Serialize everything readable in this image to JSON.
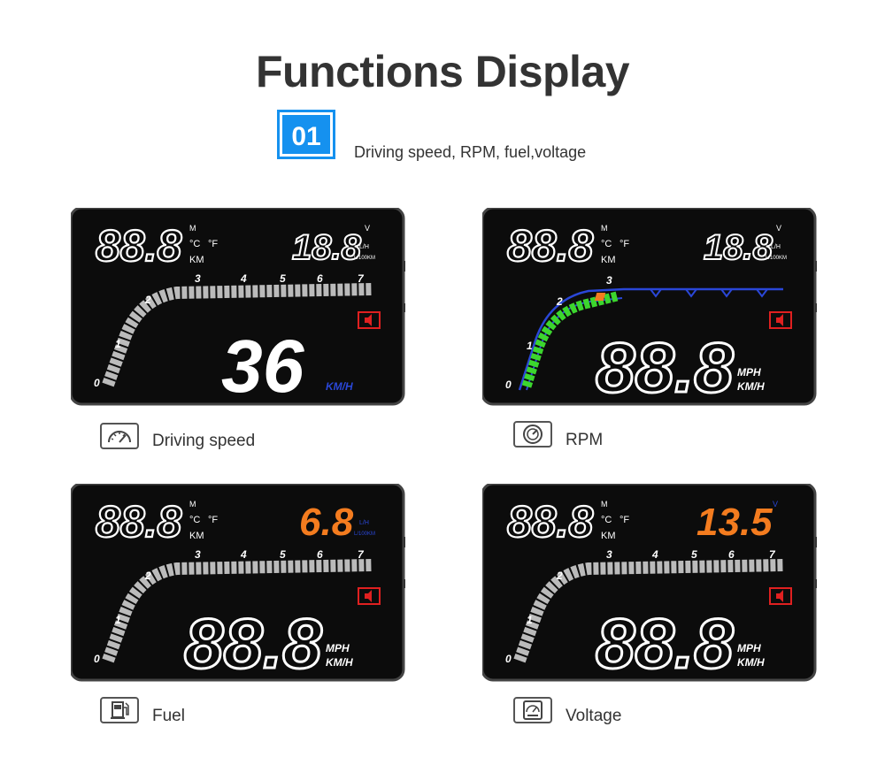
{
  "title": "Functions Display",
  "badge": "01",
  "subtitle": "Driving speed, RPM, fuel,voltage",
  "panels": [
    {
      "caption": "Driving speed",
      "icon": "speedometer-icon",
      "top_value": "88.8",
      "top_units": {
        "m": "M",
        "c": "°C",
        "f": "°F",
        "km": "KM"
      },
      "right_value": "18.8",
      "right_units": {
        "v": "V",
        "lh": "L/H",
        "l100": "L/100KM"
      },
      "main_value": "36",
      "main_unit_1": "KM/H",
      "main_unit_2": "",
      "rpm_labels": [
        "0",
        "1",
        "2",
        "3",
        "4",
        "5",
        "6",
        "7"
      ],
      "accent_color": "#ffffff",
      "right_color": "#ffffff"
    },
    {
      "caption": "RPM",
      "icon": "rpm-gauge-icon",
      "top_value": "88.8",
      "top_units": {
        "m": "M",
        "c": "°C",
        "f": "°F",
        "km": "KM"
      },
      "right_value": "18.8",
      "right_units": {
        "v": "V",
        "lh": "L/H",
        "l100": "L/100KM"
      },
      "main_value": "88.8",
      "main_unit_1": "MPH",
      "main_unit_2": "KM/H",
      "rpm_labels": [
        "0",
        "1",
        "2",
        "3"
      ],
      "accent_color": "#3cd62e",
      "right_color": "#ffffff"
    },
    {
      "caption": "Fuel",
      "icon": "fuel-pump-icon",
      "top_value": "88.8",
      "top_units": {
        "m": "M",
        "c": "°C",
        "f": "°F",
        "km": "KM"
      },
      "right_value": "6.8",
      "right_units": {
        "v": "",
        "lh": "L/H",
        "l100": "L/100KM"
      },
      "main_value": "88.8",
      "main_unit_1": "MPH",
      "main_unit_2": "KM/H",
      "rpm_labels": [
        "0",
        "1",
        "2",
        "3",
        "4",
        "5",
        "6",
        "7"
      ],
      "accent_color": "#ffffff",
      "right_color": "#f47c1f"
    },
    {
      "caption": "Voltage",
      "icon": "voltage-meter-icon",
      "top_value": "88.8",
      "top_units": {
        "m": "M",
        "c": "°C",
        "f": "°F",
        "km": "KM"
      },
      "right_value": "13.5",
      "right_units": {
        "v": "V",
        "lh": "",
        "l100": ""
      },
      "main_value": "88.8",
      "main_unit_1": "MPH",
      "main_unit_2": "KM/H",
      "rpm_labels": [
        "0",
        "1",
        "2",
        "3",
        "4",
        "5",
        "6",
        "7"
      ],
      "accent_color": "#ffffff",
      "right_color": "#f47c1f"
    }
  ],
  "colors": {
    "blue": "#1591ef",
    "orange": "#f47c1f",
    "green": "#3cd62e",
    "unit_blue": "#2a47d8",
    "red": "#e02020"
  }
}
